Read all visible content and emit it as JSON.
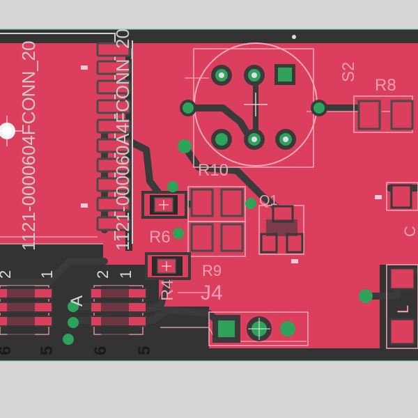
{
  "view": "pcb-layout-editor",
  "colors": {
    "background": "#d6d6d6",
    "board_dark": "#333333",
    "copper_top": "#dc3e5e",
    "trace_dark": "#3a3a3a",
    "pad_green": "#2fa35c",
    "silkscreen": "#d9d9d9"
  },
  "labels": {
    "fconn_text_1": "1121-0000604FCONN_20",
    "fconn_text_2": "1121-000060A4FCONN_20",
    "s2": "S2",
    "r8": "R8",
    "r10": "R10",
    "q1": "Q1",
    "r6": "R6",
    "r9": "R9",
    "r4": "R4",
    "j4": "J4",
    "c_partial": "C",
    "l_partial": "L",
    "a_left": "A",
    "pin2_a": "2",
    "pin1_a": "1",
    "pin6_a": "6",
    "pin5_a": "5",
    "pin2_b": "2",
    "pin1_b": "1",
    "pin6_b": "6",
    "pin5_b": "5"
  }
}
